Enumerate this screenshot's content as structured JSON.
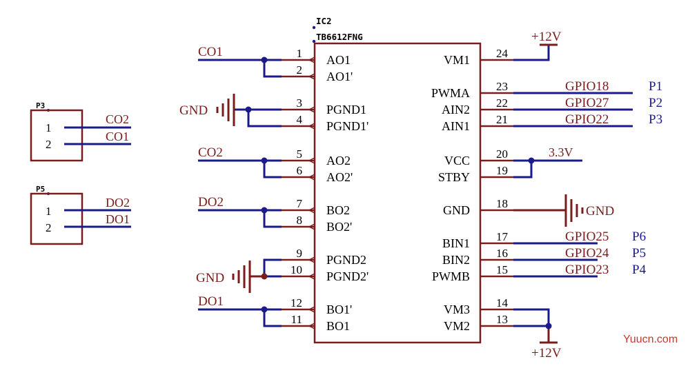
{
  "colors": {
    "wire": "#1a1a8c",
    "body": "#7a1c1c",
    "text_dark": "#000000",
    "net_label": "#7a1c1c",
    "port_label": "#1a1a8c",
    "watermark": "#c23a2a"
  },
  "chip": {
    "designator": "IC2",
    "part": "TB6612FNG",
    "left_pins": [
      {
        "num": "1",
        "name": "AO1"
      },
      {
        "num": "2",
        "name": "AO1'"
      },
      {
        "num": "3",
        "name": "PGND1"
      },
      {
        "num": "4",
        "name": "PGND1'"
      },
      {
        "num": "5",
        "name": "AO2"
      },
      {
        "num": "6",
        "name": "AO2'"
      },
      {
        "num": "7",
        "name": "BO2"
      },
      {
        "num": "8",
        "name": "BO2'"
      },
      {
        "num": "9",
        "name": "PGND2"
      },
      {
        "num": "10",
        "name": "PGND2'"
      },
      {
        "num": "12",
        "name": "BO1'"
      },
      {
        "num": "11",
        "name": "BO1"
      }
    ],
    "right_pins": [
      {
        "num": "24",
        "name": "VM1"
      },
      {
        "num": "23",
        "name": "PWMA"
      },
      {
        "num": "22",
        "name": "AIN2"
      },
      {
        "num": "21",
        "name": "AIN1"
      },
      {
        "num": "20",
        "name": "VCC"
      },
      {
        "num": "19",
        "name": "STBY"
      },
      {
        "num": "18",
        "name": "GND"
      },
      {
        "num": "17",
        "name": "BIN1"
      },
      {
        "num": "16",
        "name": "BIN2"
      },
      {
        "num": "15",
        "name": "PWMB"
      },
      {
        "num": "14",
        "name": "VM3"
      },
      {
        "num": "13",
        "name": "VM2"
      }
    ]
  },
  "left_nets": {
    "co1": "CO1",
    "gnd_top": "GND",
    "co2": "CO2",
    "do2": "DO2",
    "gnd_bottom": "GND",
    "do1": "DO1"
  },
  "right_nets": {
    "vm_top": "+12V",
    "gpio18": "GPIO18",
    "gpio27": "GPIO27",
    "gpio22": "GPIO22",
    "p1": "P1",
    "p2": "P2",
    "p3": "P3",
    "vcc": "3.3V",
    "gnd": "GND",
    "gpio25": "GPIO25",
    "gpio24": "GPIO24",
    "gpio23": "GPIO23",
    "p6": "P6",
    "p5": "P5",
    "p4": "P4",
    "vm_bottom": "+12V"
  },
  "connectors": [
    {
      "designator": "P3",
      "pins": [
        "1",
        "2"
      ],
      "nets": [
        "CO2",
        "CO1"
      ]
    },
    {
      "designator": "P5",
      "pins": [
        "1",
        "2"
      ],
      "nets": [
        "DO2",
        "DO1"
      ]
    }
  ],
  "watermark": "Yuucn.com"
}
